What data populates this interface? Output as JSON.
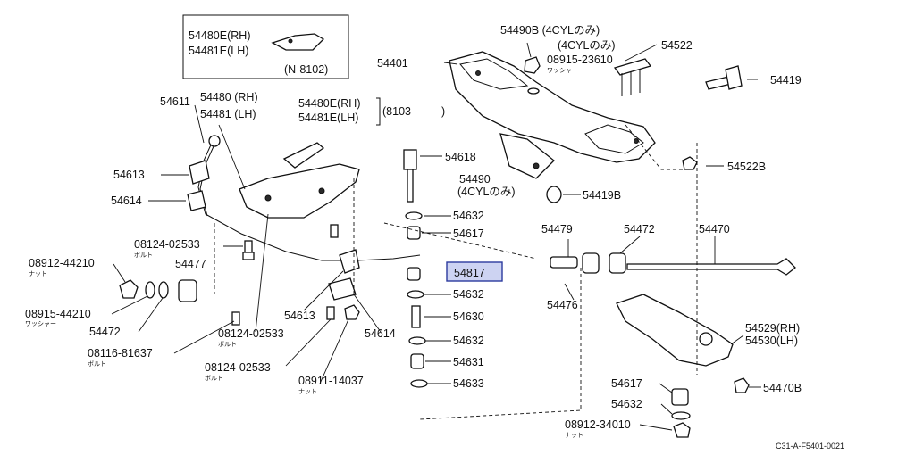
{
  "labels": {
    "p54480E_box_rh": "54480E(RH)",
    "p54481E_box_lh": "54481E(LH)",
    "n8102": "(N-8102)",
    "p54490B": "54490B (4CYLのみ)",
    "cyl_only_1": "(4CYLのみ)",
    "p54522": "54522",
    "p08915_23610": "08915-23610",
    "washer_1": "ワッシャー",
    "p54401": "54401",
    "p54419": "54419",
    "p54611": "54611",
    "p54480_rh": "54480 (RH)",
    "p54481_lh": "54481 (LH)",
    "p54480E_rh": "54480E(RH)",
    "p54481E_lh": "54481E(LH)",
    "r8103": "(8103-",
    "close_paren": ")",
    "p54618": "54618",
    "p54490": "54490",
    "cyl_only_2": "(4CYLのみ)",
    "p54522B": "54522B",
    "p54613_top": "54613",
    "p54614_top": "54614",
    "p54419B": "54419B",
    "p54632_a": "54632",
    "p54617_a": "54617",
    "p08124_02533_a": "08124-02533",
    "bolt_a": "ボルト",
    "p08912_44210": "08912-44210",
    "nut_a": "ナット",
    "p54477": "54477",
    "p54479": "54479",
    "p54472_top": "54472",
    "p54470": "54470",
    "p54817_hl": "54817",
    "p54632_b": "54632",
    "p08915_44210": "08915-44210",
    "washer_2": "ワッシャー",
    "p54472_bot": "54472",
    "p54613_bot": "54613",
    "p54476": "54476",
    "p54630": "54630",
    "p08124_02533_b": "08124-02533",
    "bolt_b": "ボルト",
    "p54614_bot": "54614",
    "p54529_rh": "54529(RH)",
    "p54530_lh": "54530(LH)",
    "p08116_81637": "08116-81637",
    "bolt_c": "ボルト",
    "p54632_c": "54632",
    "p54631": "54631",
    "p08124_02533_c": "08124-02533",
    "bolt_d": "ボルト",
    "p08911_14037": "08911-14037",
    "nut_b": "ナット",
    "p54633": "54633",
    "p54617_b": "54617",
    "p54470B": "54470B",
    "p54632_d": "54632",
    "p08912_34010": "08912-34010",
    "nut_c": "ナット",
    "diagram_code": "C31-A-F5401-0021"
  },
  "colors": {
    "highlight_fill": "#cdd3f2",
    "highlight_stroke": "#2b3a9e",
    "ink": "#111111"
  }
}
